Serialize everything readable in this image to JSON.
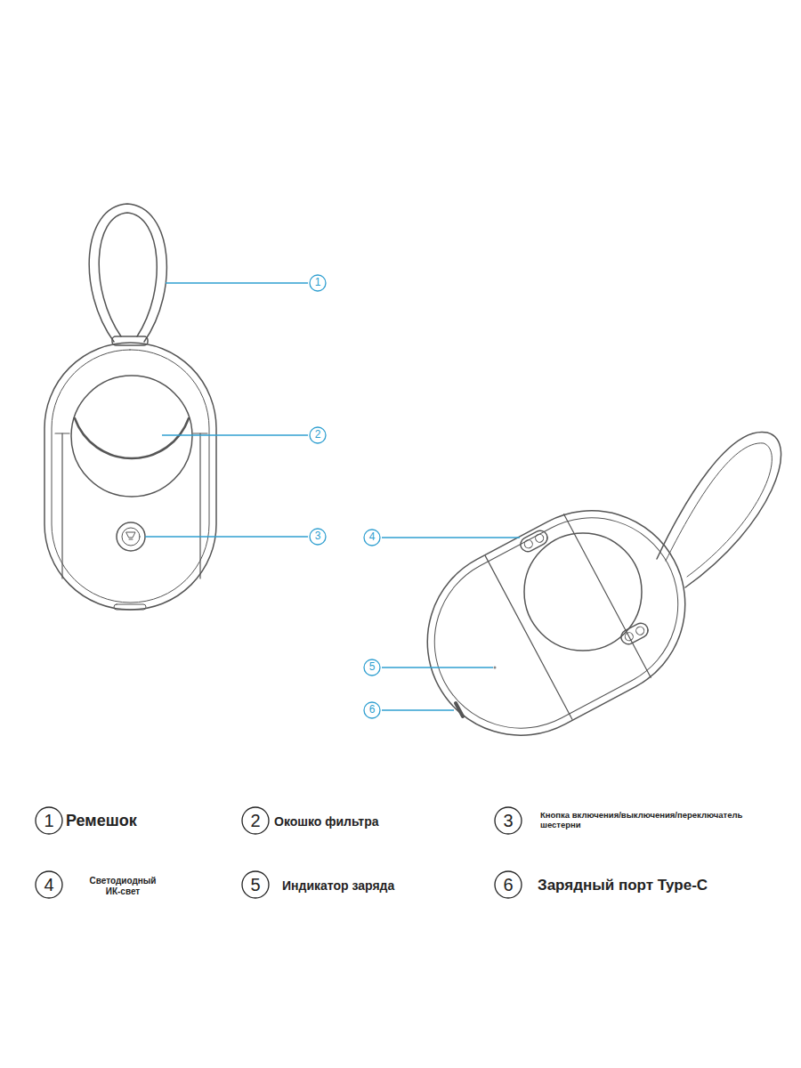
{
  "diagram": {
    "labels": [
      "1",
      "2",
      "3",
      "4",
      "5",
      "6",
      "1",
      "Ремешок",
      "2",
      "Окошко фильтра",
      "3",
      "Кнопка включения/выключения/переключатель шестерни",
      "4",
      "Светодиодный ИК-свет",
      "5",
      "Индикатор заряда",
      "6",
      "Зарядный порт Type-C"
    ]
  }
}
